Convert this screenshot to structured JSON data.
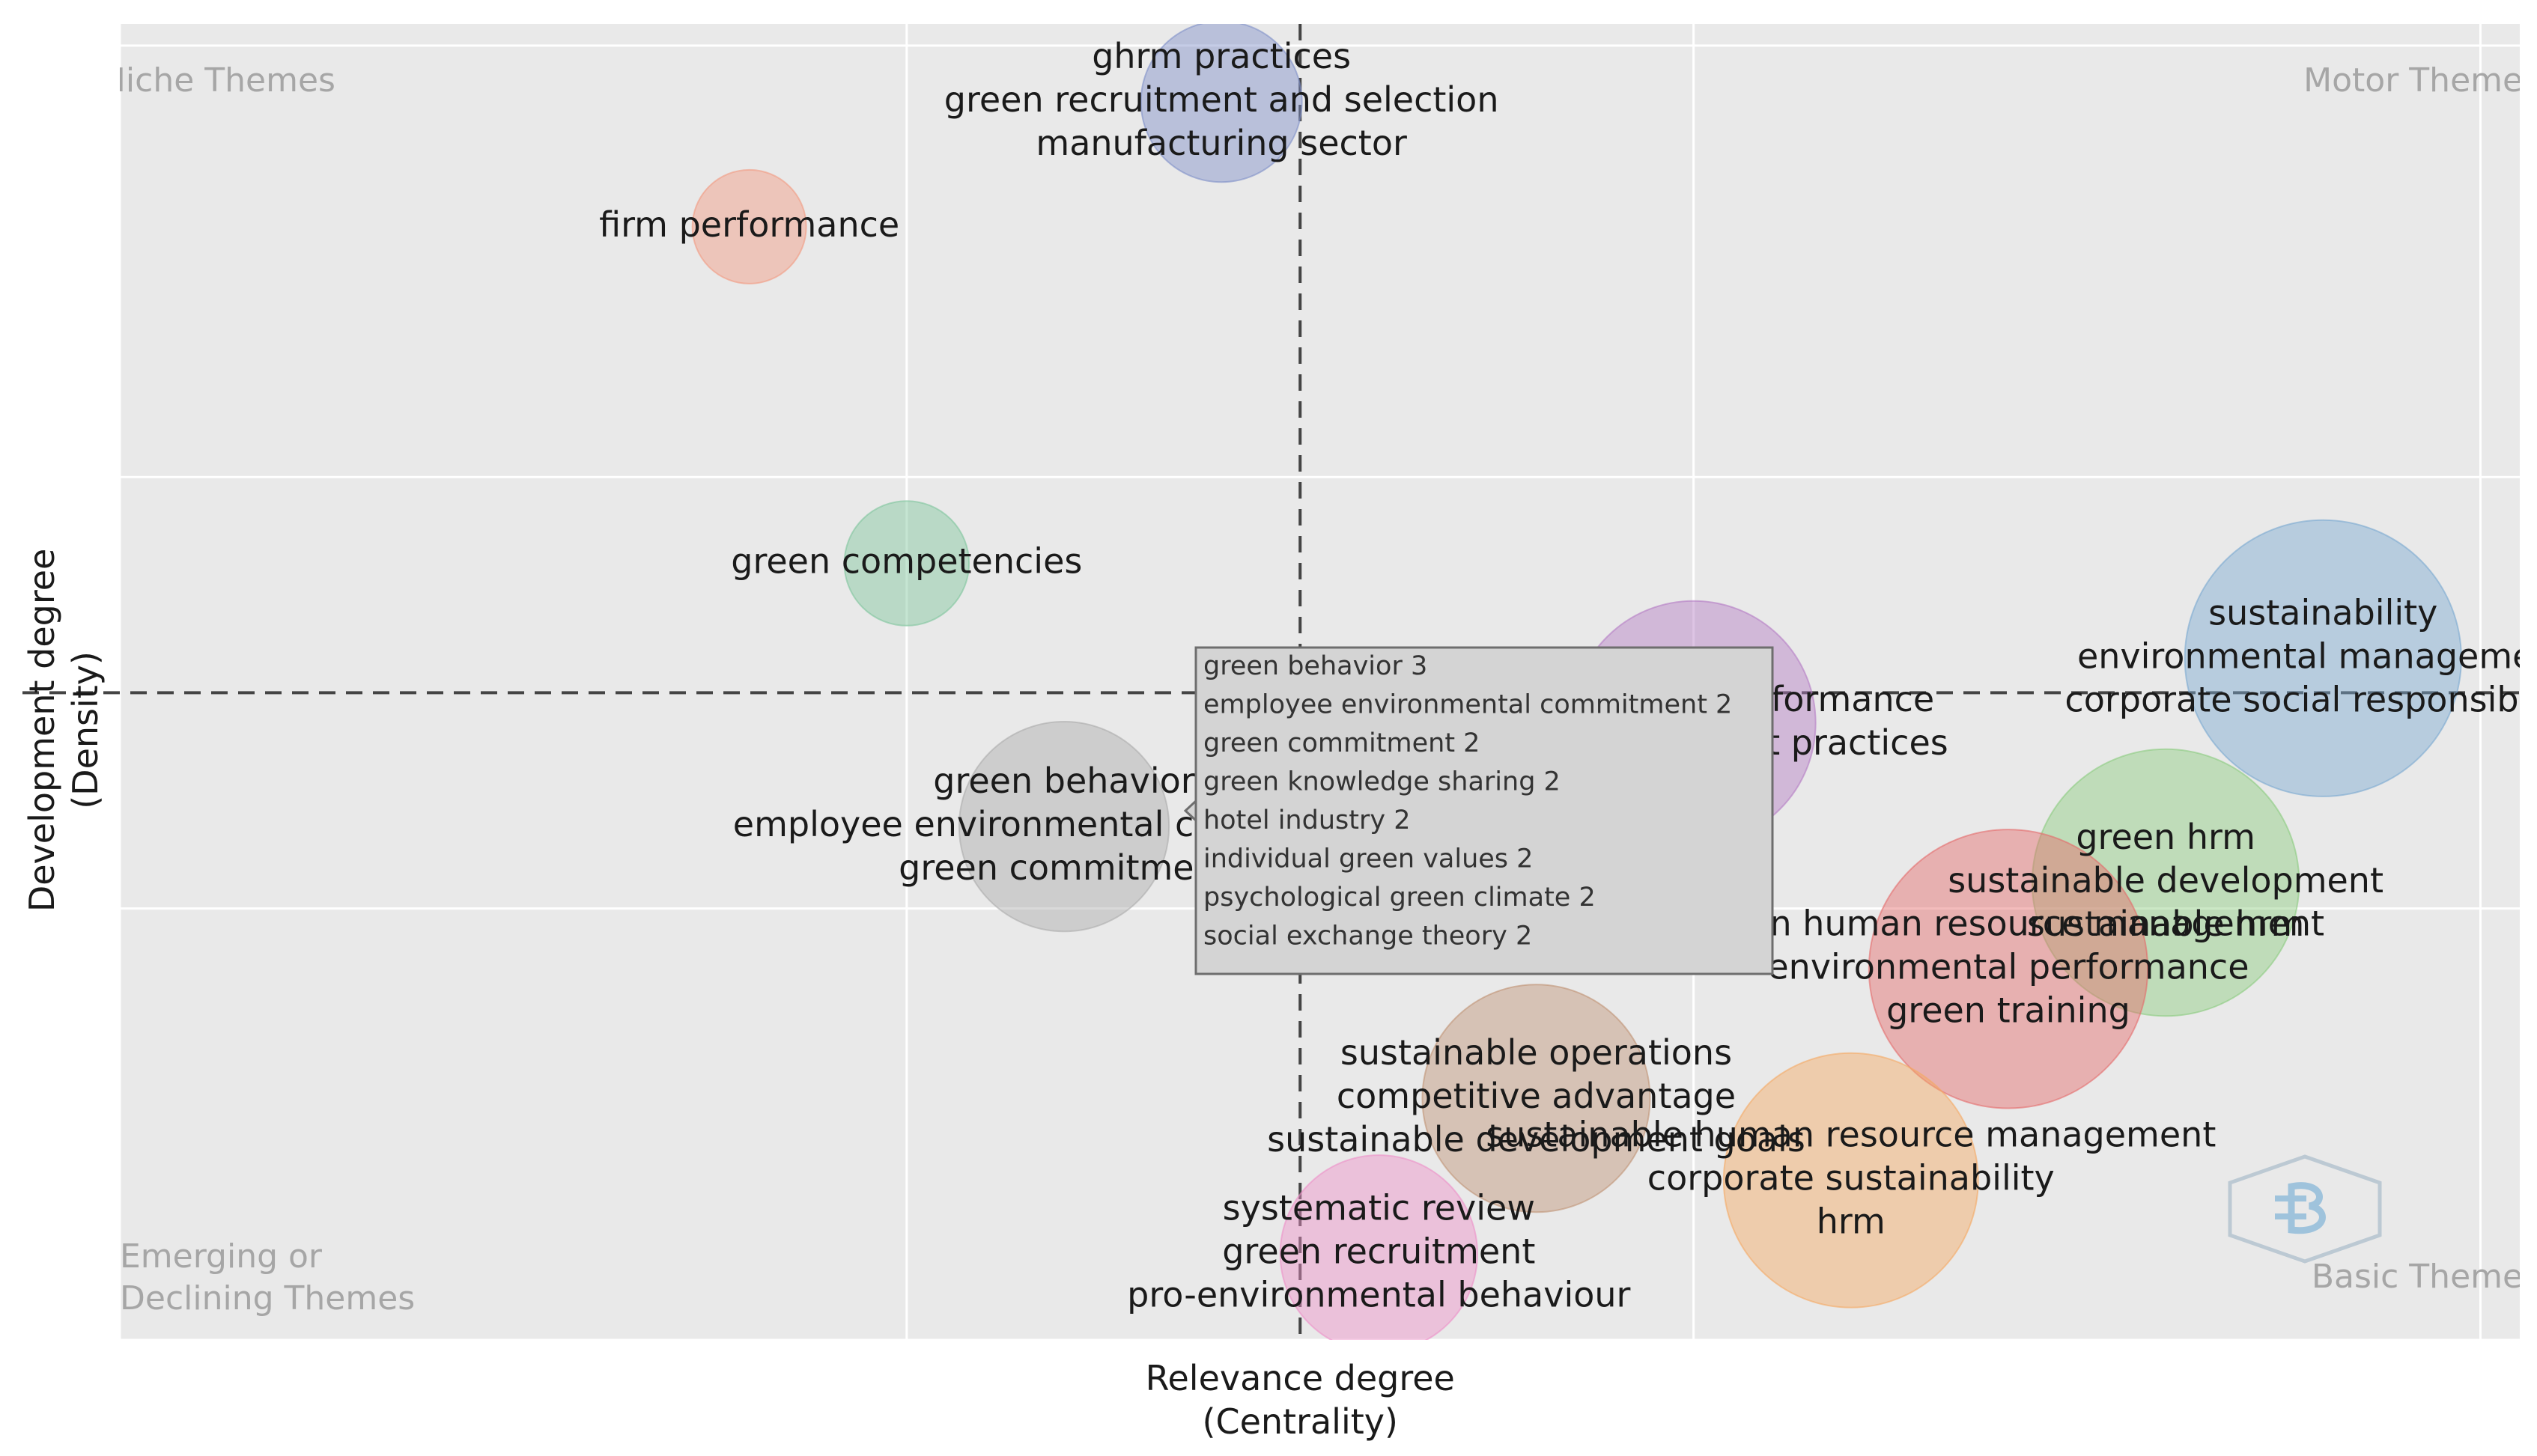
{
  "chart_data": {
    "type": "scatter",
    "title": "",
    "xlabel": [
      "Relevance degree",
      "(Centrality)"
    ],
    "ylabel": [
      "Development degree",
      "(Density)"
    ],
    "xlim": [
      0,
      3.05
    ],
    "ylim": [
      0,
      3.05
    ],
    "median_x": 1.5,
    "median_y": 1.5,
    "grid": true,
    "quadrant_labels": {
      "top_left": [
        "Niche Themes"
      ],
      "top_right": [
        "Motor Themes"
      ],
      "bottom_left": [
        "Emerging or",
        "Declining Themes"
      ],
      "bottom_right": [
        "Basic Themes"
      ]
    },
    "series": [
      {
        "label": [
          "ghrm practices",
          "green recruitment and selection",
          "manufacturing sector"
        ],
        "x": 1.4,
        "y": 2.87,
        "size": 2.0,
        "color": "#7f8fc8"
      },
      {
        "label": [
          "firm performance"
        ],
        "x": 0.8,
        "y": 2.58,
        "size": 1.0,
        "color": "#f19a80"
      },
      {
        "label": [
          "green competencies"
        ],
        "x": 1.0,
        "y": 1.8,
        "size": 1.2,
        "color": "#7fc59c"
      },
      {
        "label": [
          "green behavior",
          "employee environmental commitment",
          "green commitment"
        ],
        "x": 1.2,
        "y": 1.19,
        "size": 3.4,
        "color": "#ababab"
      },
      {
        "label": [
          "environmental performance",
          "green management practices"
        ],
        "x": 2.0,
        "y": 1.43,
        "size": 4.6,
        "color": "#b47cc4"
      },
      {
        "label": [
          "sustainability",
          "environmental management",
          "corporate social responsibility"
        ],
        "x": 2.8,
        "y": 1.58,
        "size": 5.9,
        "color": "#7aa8d0"
      },
      {
        "label": [
          "green hrm",
          "sustainable development",
          "sustainable hrm"
        ],
        "x": 2.6,
        "y": 1.06,
        "size": 5.5,
        "color": "#8bcc7e"
      },
      {
        "label": [
          "green human resource management",
          "environmental performance",
          "green training"
        ],
        "x": 2.4,
        "y": 0.86,
        "size": 6.0,
        "color": "#e56b6b"
      },
      {
        "label": [
          "sustainable operations",
          "competitive advantage",
          "sustainable development goals"
        ],
        "x": 1.8,
        "y": 0.56,
        "size": 4.0,
        "color": "#bf9275"
      },
      {
        "label": [
          "sustainable human resource management",
          "corporate sustainability",
          "hrm"
        ],
        "x": 2.2,
        "y": 0.37,
        "size": 5.0,
        "color": "#f5a862"
      },
      {
        "label": [
          "systematic review",
          "green recruitment",
          "pro-environmental behaviour"
        ],
        "x": 1.6,
        "y": 0.2,
        "size": 3.0,
        "color": "#ed90c8"
      }
    ],
    "tooltip": [
      "green behavior 3",
      "employee environmental commitment 2",
      "green commitment 2",
      "green knowledge sharing 2",
      "hotel industry 2",
      "individual green values 2",
      "psychological green climate 2",
      "social exchange theory 2"
    ]
  },
  "watermark": "Bibliometrix logo"
}
